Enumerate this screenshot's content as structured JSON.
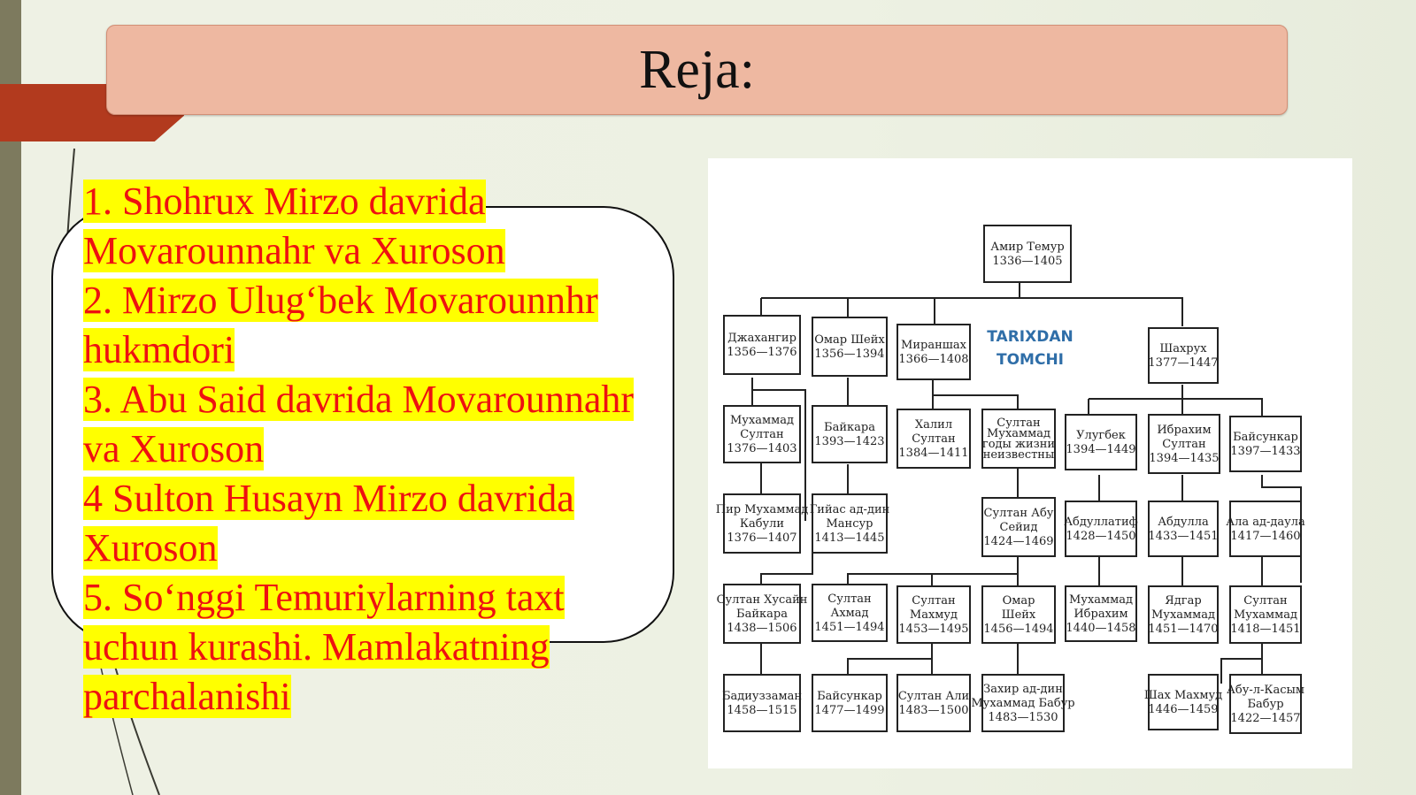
{
  "title": "Reja:",
  "plan_items": [
    "1. Shohrux Mirzo davrida Movarounnahr va Xuroson",
    "2. Mirzo Ulug‘bek Movarounnhr hukmdori",
    "3. Abu Said davrida Movarounnahr va Xuroson",
    "4 Sulton Husayn Mirzo davrida Xuroson",
    "5. So‘nggi Temuriylarning taxt uchun kurashi. Mamlakatning parchalanishi"
  ],
  "colors": {
    "highlight": "#ffff00",
    "plan_text": "#ee1111",
    "title_box": "#eeb8a1",
    "accent_tab": "#b23a1e",
    "watermark": "#2f6ea8"
  },
  "watermark": [
    "TARIXDAN",
    "TOMCHI"
  ],
  "tree_nodes": [
    {
      "id": "timur",
      "lines": [
        "Амир Темур",
        "1336—1405"
      ]
    },
    {
      "id": "jahangir",
      "lines": [
        "Джахангир",
        "1356—1376"
      ]
    },
    {
      "id": "umar_shaykh",
      "lines": [
        "Омар Шейх",
        "1356—1394"
      ]
    },
    {
      "id": "miranshah",
      "lines": [
        "Мираншах",
        "1366—1408"
      ]
    },
    {
      "id": "shahrukh",
      "lines": [
        "Шахрух",
        "1377—1447"
      ]
    },
    {
      "id": "muhammad_sultan",
      "lines": [
        "Мухаммад",
        "Султан",
        "1376—1403"
      ]
    },
    {
      "id": "baykara",
      "lines": [
        "Байкара",
        "1393—1423"
      ]
    },
    {
      "id": "khalil_sultan",
      "lines": [
        "Халил",
        "Султан",
        "1384—1411"
      ]
    },
    {
      "id": "sultan_muhammad",
      "lines": [
        "Султан",
        "Мухаммад",
        "годы жизни",
        "неизвестны"
      ]
    },
    {
      "id": "ulugbek",
      "lines": [
        "Улугбек",
        "1394—1449"
      ]
    },
    {
      "id": "ibrahim_sultan",
      "lines": [
        "Ибрахим",
        "Султан",
        "1394—1435"
      ]
    },
    {
      "id": "baysunkar",
      "lines": [
        "Байсункар",
        "1397—1433"
      ]
    },
    {
      "id": "pir_muhammad",
      "lines": [
        "Пир Мухаммад",
        "Кабули",
        "1376—1407"
      ]
    },
    {
      "id": "ghiyas_mansur",
      "lines": [
        "Гийас ад-дин",
        "Мансур",
        "1413—1445"
      ]
    },
    {
      "id": "abu_said",
      "lines": [
        "Султан Абу",
        "Сейид",
        "1424—1469"
      ]
    },
    {
      "id": "abdullatif",
      "lines": [
        "Абдуллатиф",
        "1428—1450"
      ]
    },
    {
      "id": "abdulla",
      "lines": [
        "Абдулла",
        "1433—1451"
      ]
    },
    {
      "id": "ala_daula",
      "lines": [
        "Ала ад-даула",
        "1417—1460"
      ]
    },
    {
      "id": "husayn_baykara",
      "lines": [
        "Султан Хусайн",
        "Байкара",
        "1438—1506"
      ]
    },
    {
      "id": "sultan_ahmad",
      "lines": [
        "Султан",
        "Ахмад",
        "1451—1494"
      ]
    },
    {
      "id": "sultan_mahmud",
      "lines": [
        "Султан",
        "Махмуд",
        "1453—1495"
      ]
    },
    {
      "id": "umar_shaykh_2",
      "lines": [
        "Омар",
        "Шейх",
        "1456—1494"
      ]
    },
    {
      "id": "muhammad_ibrahim",
      "lines": [
        "Мухаммад",
        "Ибрахим",
        "1440—1458"
      ]
    },
    {
      "id": "yadgar_muhammad",
      "lines": [
        "Ядгар",
        "Мухаммад",
        "1451—1470"
      ]
    },
    {
      "id": "sultan_muhammad_2",
      "lines": [
        "Султан",
        "Мухаммад",
        "1418—1451"
      ]
    },
    {
      "id": "badiuzzaman",
      "lines": [
        "Бадиуззаман",
        "1458—1515"
      ]
    },
    {
      "id": "baysunkar_2",
      "lines": [
        "Байсункар",
        "1477—1499"
      ]
    },
    {
      "id": "sultan_ali",
      "lines": [
        "Султан Али",
        "1483—1500"
      ]
    },
    {
      "id": "babur",
      "lines": [
        "Захир ад-дин",
        "Мухаммад Бабур",
        "1483—1530"
      ]
    },
    {
      "id": "shah_mahmud",
      "lines": [
        "Шах Махмуд",
        "1446—1459"
      ]
    },
    {
      "id": "abul_qasim_babur",
      "lines": [
        "Абу-л-Касым",
        "Бабур",
        "1422—1457"
      ]
    }
  ]
}
